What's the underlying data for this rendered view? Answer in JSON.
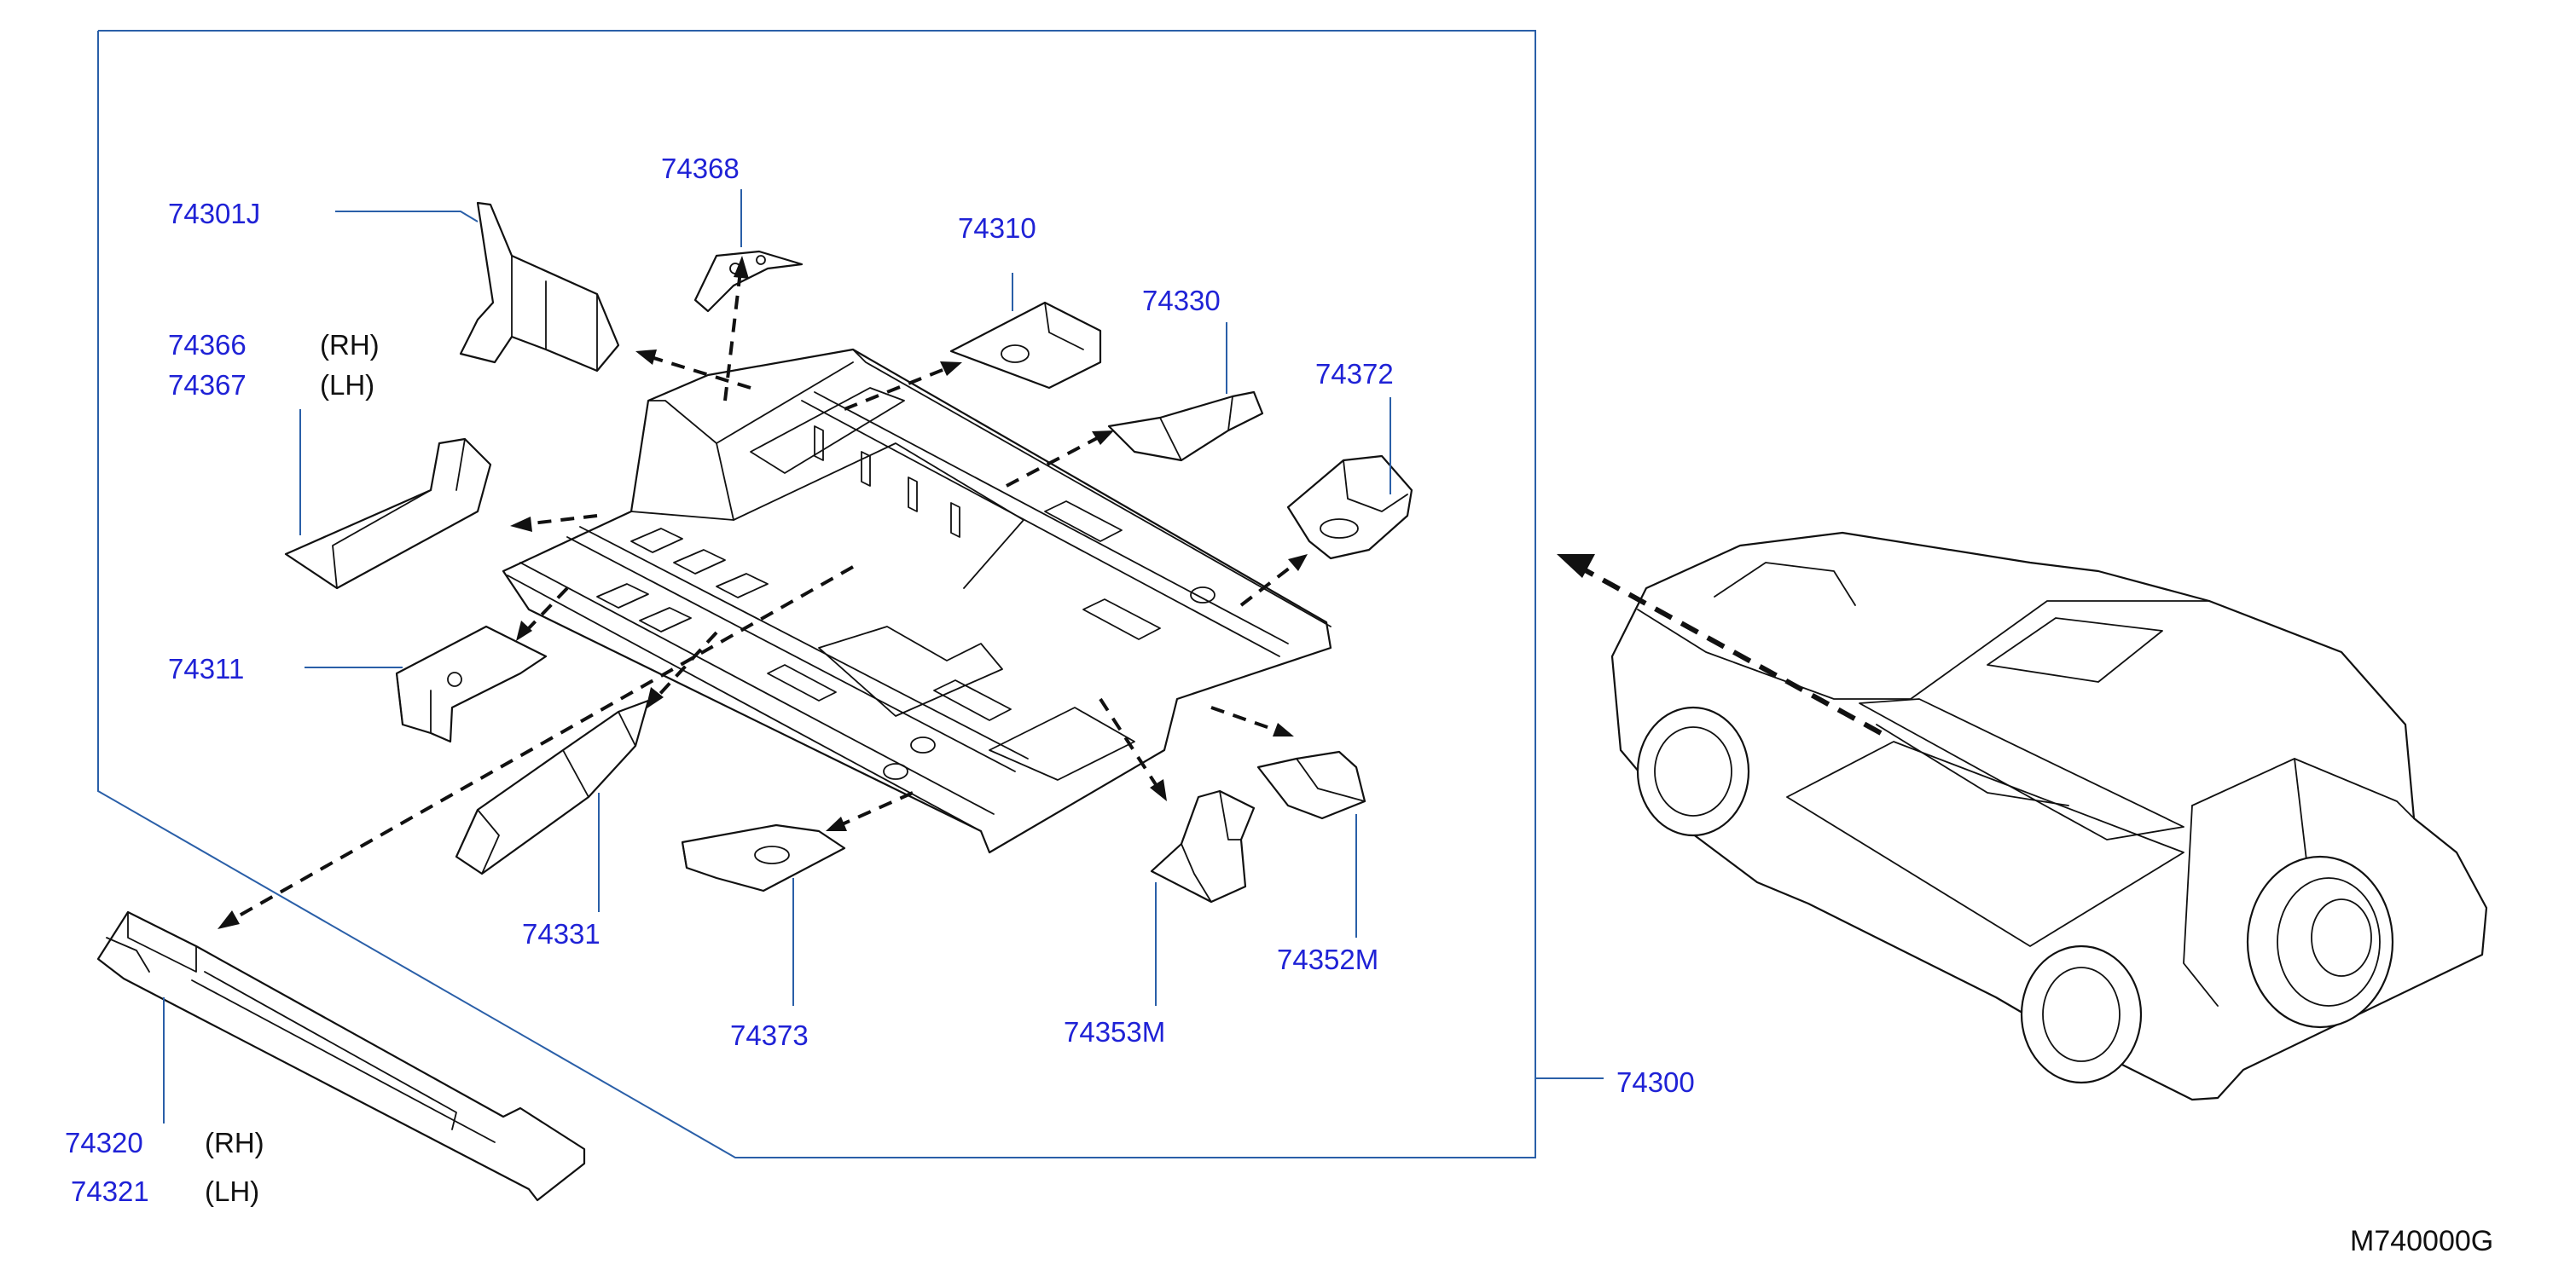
{
  "parts": {
    "p74301J": {
      "number": "74301J",
      "side": ""
    },
    "p74368": {
      "number": "74368",
      "side": ""
    },
    "p74310": {
      "number": "74310",
      "side": ""
    },
    "p74330": {
      "number": "74330",
      "side": ""
    },
    "p74366": {
      "number": "74366",
      "side": "(RH)"
    },
    "p74367": {
      "number": "74367",
      "side": "(LH)"
    },
    "p74372": {
      "number": "74372",
      "side": ""
    },
    "p74311": {
      "number": "74311",
      "side": ""
    },
    "p74331": {
      "number": "74331",
      "side": ""
    },
    "p74373": {
      "number": "74373",
      "side": ""
    },
    "p74353M": {
      "number": "74353M",
      "side": ""
    },
    "p74352M": {
      "number": "74352M",
      "side": ""
    },
    "p74300": {
      "number": "74300",
      "side": ""
    },
    "p74320": {
      "number": "74320",
      "side": "(RH)"
    },
    "p74321": {
      "number": "74321",
      "side": "(LH)"
    }
  },
  "diagram_code": "M740000G",
  "colors": {
    "part_number": "#1f22d6",
    "leader_line": "#2a5fa8",
    "line_art": "#111111"
  }
}
